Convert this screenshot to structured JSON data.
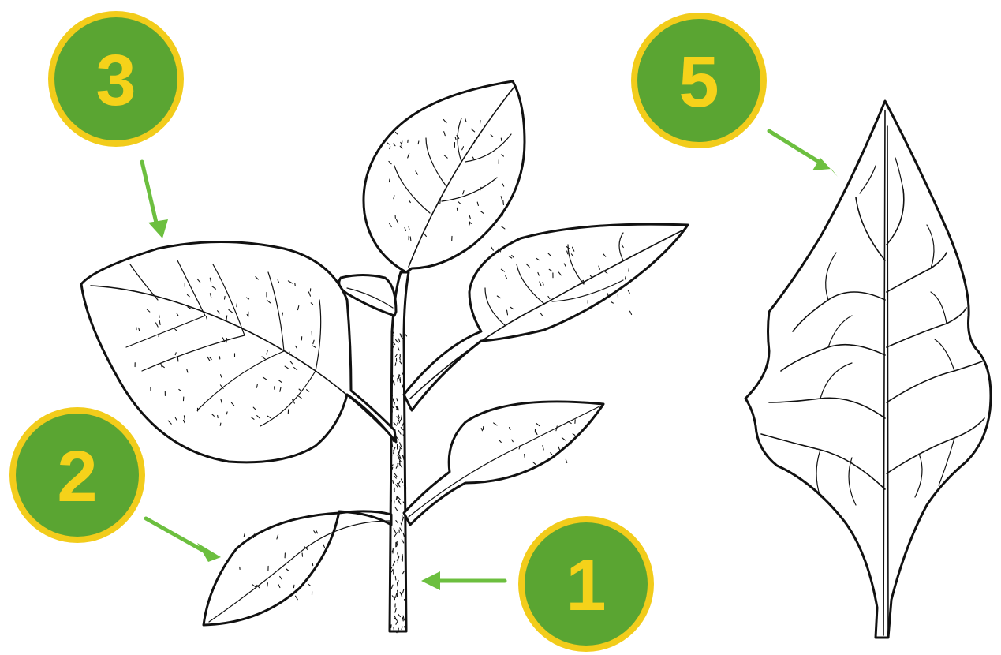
{
  "callouts": [
    {
      "id": "1",
      "label": "1"
    },
    {
      "id": "2",
      "label": "2"
    },
    {
      "id": "3",
      "label": "3"
    },
    {
      "id": "5",
      "label": "5"
    }
  ],
  "colors": {
    "badge_fill": "#5aa532",
    "badge_ring": "#f2cc1b",
    "badge_text": "#f5d21a",
    "arrow": "#6cbf3f",
    "ink": "#111111"
  }
}
